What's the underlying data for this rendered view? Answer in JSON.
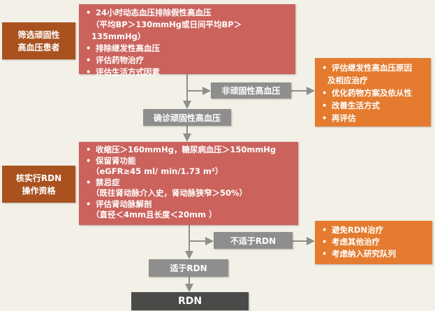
{
  "stage1": {
    "label": [
      "筛选顽固性",
      "高血压患者"
    ],
    "criteria": [
      {
        "text": "24小时动态血压排除假性高血压",
        "bullet": true
      },
      {
        "text": "（平均BP＞130mmHg或日间平均BP＞135mmHg）",
        "bullet": false
      },
      {
        "text": "排除继发性高血压",
        "bullet": true
      },
      {
        "text": "评估药物治疗",
        "bullet": true
      },
      {
        "text": "评估生活方式因素",
        "bullet": true
      }
    ]
  },
  "branch1": {
    "label": "非顽固性高血压",
    "actions": [
      {
        "text": "评估继发性高血压原因",
        "bullet": true
      },
      {
        "text": "及相应治疗",
        "bullet": false
      },
      {
        "text": "优化药物方案及依从性",
        "bullet": true
      },
      {
        "text": "改善生活方式",
        "bullet": true
      },
      {
        "text": "再评估",
        "bullet": true
      }
    ]
  },
  "confirm": {
    "label": "确诊顽固性高血压"
  },
  "stage2": {
    "label": [
      "核实行RDN",
      "操作资格"
    ],
    "criteria": [
      {
        "text": "收缩压＞160mmHg，糖尿病血压＞150mmHg",
        "bullet": true
      },
      {
        "text": "保留肾功能",
        "bullet": true
      },
      {
        "text": "（eGFR≥45 ml/ min/1.73 m²）",
        "bullet": false
      },
      {
        "text": "禁忌症",
        "bullet": true
      },
      {
        "text": "（既往肾动脉介入史，肾动脉狭窄＞50%）",
        "bullet": false
      },
      {
        "text": "评估肾动脉解剖",
        "bullet": true
      },
      {
        "text": "（直径＜4mm且长度＜20mm ）",
        "bullet": false
      }
    ]
  },
  "branch2": {
    "label": "不适于RDN",
    "actions": [
      {
        "text": "避免RDN治疗",
        "bullet": true
      },
      {
        "text": "考虑其他治疗",
        "bullet": true
      },
      {
        "text": "考虑纳入研究队列",
        "bullet": true
      }
    ]
  },
  "suitable": {
    "label": "适于RDN"
  },
  "final": {
    "label": "RDN"
  }
}
